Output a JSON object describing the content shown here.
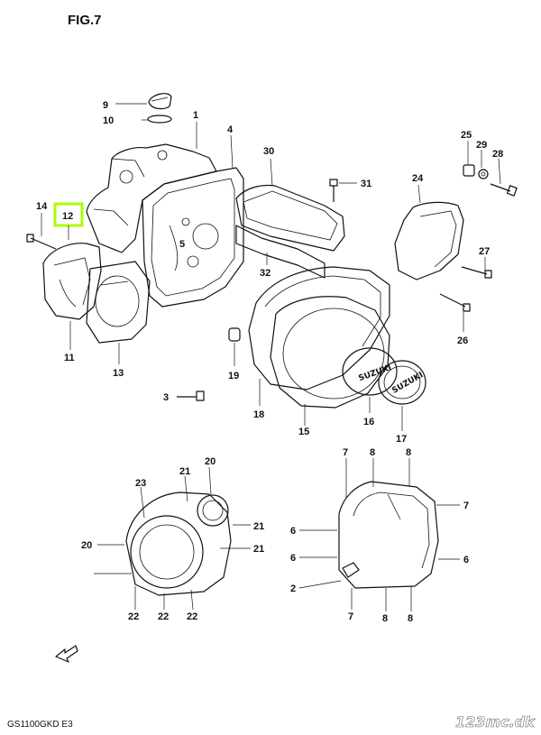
{
  "figure": {
    "title": "FIG.7",
    "model_code": "GS1100GKD E3",
    "brand": "123mc.dk",
    "highlight_color": "#aaff00",
    "cover_badge_text": "SUZUKI"
  },
  "callouts": [
    {
      "id": "c9",
      "text": "9"
    },
    {
      "id": "c10",
      "text": "10"
    },
    {
      "id": "c1",
      "text": "1"
    },
    {
      "id": "c4",
      "text": "4"
    },
    {
      "id": "c30",
      "text": "30"
    },
    {
      "id": "c31",
      "text": "31"
    },
    {
      "id": "c25",
      "text": "25"
    },
    {
      "id": "c29",
      "text": "29"
    },
    {
      "id": "c28",
      "text": "28"
    },
    {
      "id": "c24",
      "text": "24"
    },
    {
      "id": "c14",
      "text": "14"
    },
    {
      "id": "c12",
      "text": "12"
    },
    {
      "id": "c5",
      "text": "5"
    },
    {
      "id": "c32",
      "text": "32"
    },
    {
      "id": "c27",
      "text": "27"
    },
    {
      "id": "c26",
      "text": "26"
    },
    {
      "id": "c11",
      "text": "11"
    },
    {
      "id": "c13",
      "text": "13"
    },
    {
      "id": "c19",
      "text": "19"
    },
    {
      "id": "c3",
      "text": "3"
    },
    {
      "id": "c18",
      "text": "18"
    },
    {
      "id": "c15",
      "text": "15"
    },
    {
      "id": "c16",
      "text": "16"
    },
    {
      "id": "c17",
      "text": "17"
    },
    {
      "id": "c20a",
      "text": "20"
    },
    {
      "id": "c23",
      "text": "23"
    },
    {
      "id": "c21a",
      "text": "21"
    },
    {
      "id": "c21b",
      "text": "21"
    },
    {
      "id": "c20b",
      "text": "20"
    },
    {
      "id": "c21c",
      "text": "21"
    },
    {
      "id": "c22a",
      "text": "22"
    },
    {
      "id": "c22b",
      "text": "22"
    },
    {
      "id": "c22c",
      "text": "22"
    },
    {
      "id": "c7a",
      "text": "7"
    },
    {
      "id": "c8a",
      "text": "8"
    },
    {
      "id": "c8b",
      "text": "8"
    },
    {
      "id": "c7b",
      "text": "7"
    },
    {
      "id": "c6a",
      "text": "6"
    },
    {
      "id": "c6b",
      "text": "6"
    },
    {
      "id": "c6c",
      "text": "6"
    },
    {
      "id": "c2",
      "text": "2"
    },
    {
      "id": "c7c",
      "text": "7"
    },
    {
      "id": "c8c",
      "text": "8"
    },
    {
      "id": "c8d",
      "text": "8"
    }
  ]
}
